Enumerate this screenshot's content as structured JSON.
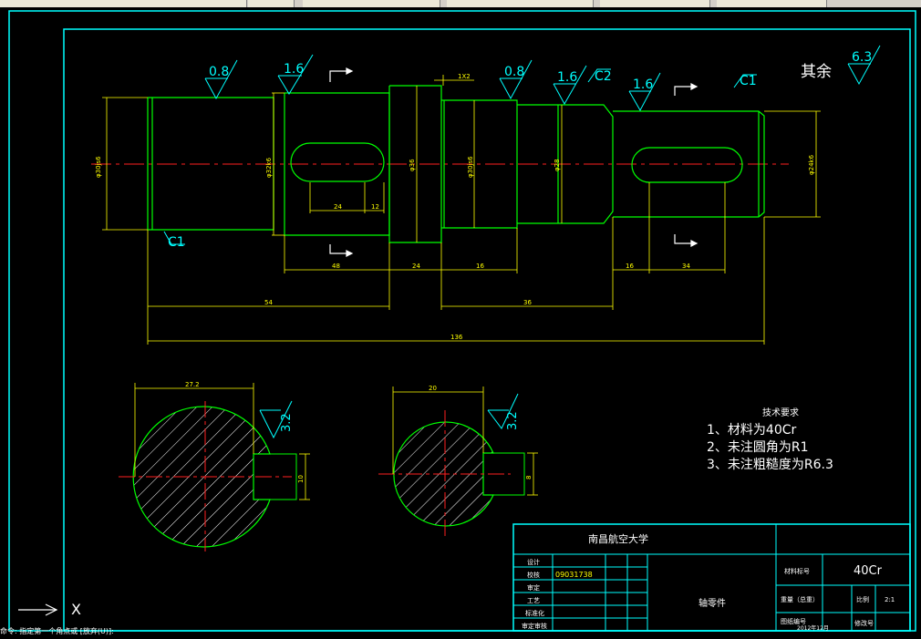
{
  "toolbar": {
    "items": [
      "",
      "",
      "",
      "",
      "",
      ""
    ]
  },
  "drawing": {
    "roughness_marks": {
      "r1": "0.8",
      "r2": "1.6",
      "r3": "0.8",
      "r4": "1.6",
      "r5": "1.6",
      "rest_label": "其余",
      "rest_value": "6.3",
      "section1": "3.2",
      "section2": "3.2"
    },
    "chamfers": {
      "c2": "C2",
      "c1_right": "C1",
      "c1_left": "C1"
    },
    "small_dims": {
      "groove": "1X2"
    },
    "dia_labels": {
      "d1": "φ30js6",
      "d2": "φ32k6",
      "d3": "φ36",
      "d4": "φ30js6",
      "d5": "φ28",
      "d6": "φ24k6"
    },
    "length_dims": {
      "key1_len": "24",
      "key1_off": "12",
      "seg1": "48",
      "seg2": "24",
      "seg3": "16",
      "seg4": "16",
      "seg5": "34",
      "total_left": "54",
      "total_mid": "36",
      "total": "136"
    },
    "sections": {
      "s1_width": "27.2",
      "s1_key": "10",
      "s2_width": "20",
      "s2_key": "8"
    },
    "requirements": {
      "title": "技术要求",
      "items": [
        "1、材料为40Cr",
        "2、未注圆角为R1",
        "3、未注粗糙度为R6.3"
      ]
    },
    "title_block": {
      "school": "南昌航空大学",
      "rows": [
        "设计",
        "校核",
        "审定",
        "工艺",
        "标准化",
        "审定审核"
      ],
      "student_id": "09031738",
      "part_name": "轴零件",
      "material_label": "材料标号",
      "material_value": "40Cr",
      "weight_label": "重量（总重）",
      "scale_label": "比例",
      "scale_value": "2:1",
      "drawing_no_label": "图纸编号",
      "date": "2012年12月",
      "sheet_label": "修改号"
    }
  },
  "axis": {
    "label": "X"
  },
  "command_line": {
    "text": "命令: 指定第一个角点或 [放弃(U)]:"
  }
}
